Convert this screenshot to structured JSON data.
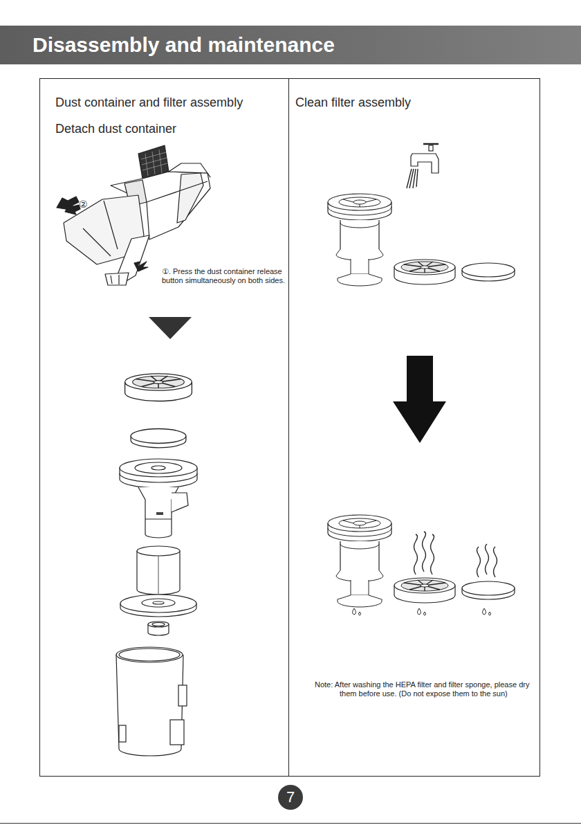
{
  "diagram": {
    "title": "Disassembly and maintenance",
    "nodes": [
      {
        "text": [
          "Dust container and filter assembly",
          "Detach dust container"
        ]
      },
      {
        "text": [
          "Clean filter assembly"
        ]
      },
      {
        "text": [
          "7"
        ]
      }
    ],
    "labels": [
      "②",
      "①. Press the dust container release button simultaneously on both sides.",
      "Note: After washing the HEPA filter and filter sponge, please dry them before use. (Do not expose them to the sun)"
    ]
  }
}
